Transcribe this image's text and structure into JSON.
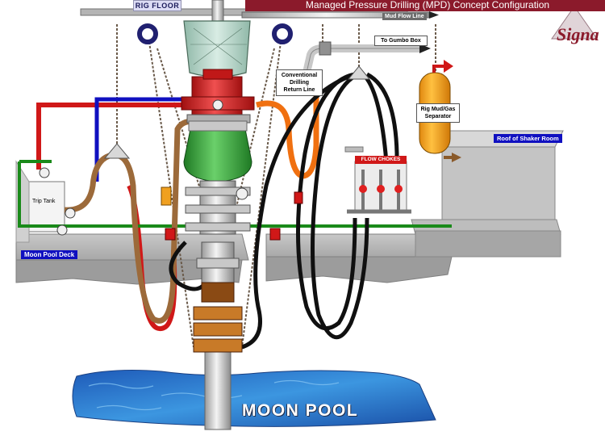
{
  "title": "Managed Pressure Drilling (MPD) Concept Configuration",
  "logo": "Signa",
  "labels": {
    "rig_floor": "RIG FLOOR",
    "mud_flow_line": "Mud Flow Line",
    "to_gumbo_box": "To Gumbo Box",
    "conventional_return": [
      "Conventional",
      "Drilling",
      "Return Line"
    ],
    "rig_mud_gas_separator": [
      "Rig Mud/Gas",
      "Separator"
    ],
    "roof_of_shaker_room": "Roof of Shaker Room",
    "flow_chokes": "FLOW CHOKES",
    "trip_tank": "Trip Tank",
    "moon_pool_deck": "Moon Pool Deck",
    "moon_pool": "MOON POOL"
  },
  "colors": {
    "title_bar": "#8b1a2b",
    "kill_line": "#d01818",
    "choke_line": "#1010c0",
    "return_hose": "#f07010",
    "brown_hose": "#9c6a3a",
    "black_hoses": "#101010",
    "green_line": "#1a8a1a",
    "bop_red": "#d21e1e",
    "bop_green": "#3aa63a",
    "separator": "#f5a020",
    "water": "#2a7ad0"
  },
  "icons": [
    "logo-icon",
    "arrow-right-icon",
    "arrow-up-icon",
    "valve-icon",
    "sheave-icon"
  ]
}
